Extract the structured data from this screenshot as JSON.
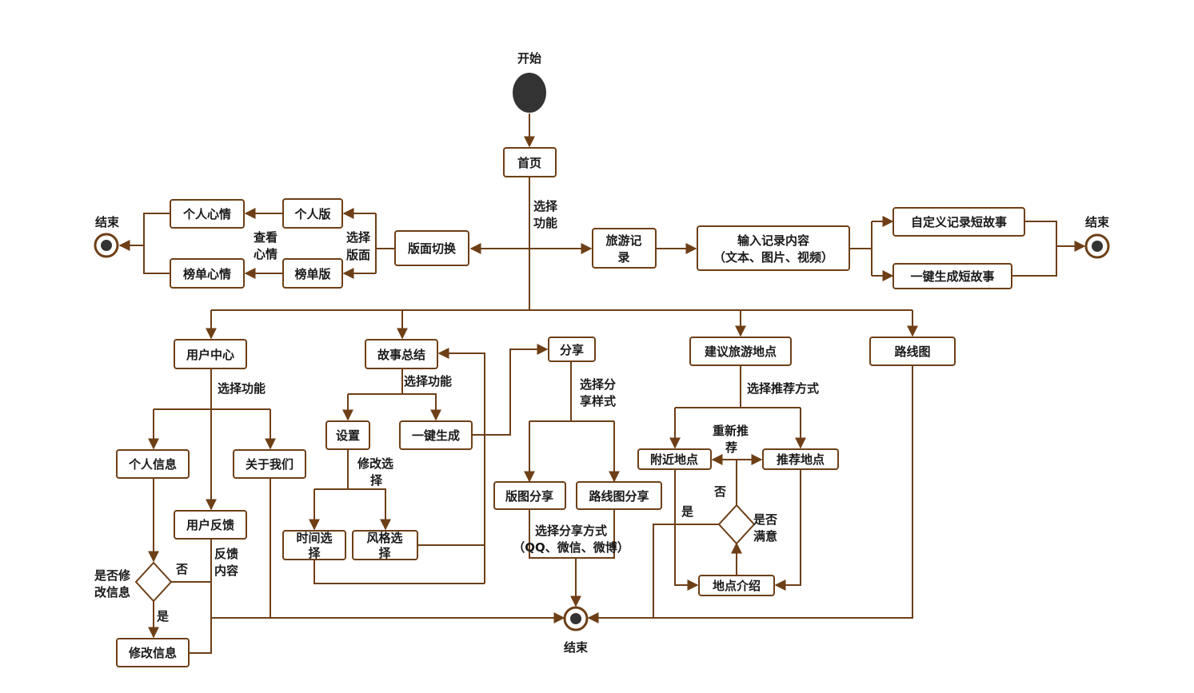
{
  "diagram": {
    "start_label": "开始",
    "end_label": "结束",
    "nodes": {
      "home": "首页",
      "layout_switch": "版面切换",
      "personal_board": "个人版",
      "ranking_board": "榜单版",
      "personal_mood": "个人心情",
      "ranking_mood": "榜单心情",
      "travel_record": [
        "旅游记",
        "录"
      ],
      "input_content": [
        "输入记录内容",
        "（文本、图片、视频）"
      ],
      "custom_story": "自定义记录短故事",
      "auto_story": "一键生成短故事",
      "user_center": "用户中心",
      "story_summary": "故事总结",
      "share": "分享",
      "suggest_place": "建议旅游地点",
      "route_map": "路线图",
      "personal_info": "个人信息",
      "about_us": "关于我们",
      "user_feedback": "用户反馈",
      "modify_info": "修改信息",
      "settings": "设置",
      "one_click": "一键生成",
      "time_select": [
        "时间选",
        "择"
      ],
      "style_select": [
        "风格选",
        "择"
      ],
      "layout_share": "版图分享",
      "route_share": "路线图分享",
      "nearby": "附近地点",
      "recommend": "推荐地点",
      "place_intro": "地点介绍"
    },
    "labels": {
      "select_function": [
        "选择",
        "功能"
      ],
      "select_layout": [
        "选择",
        "版面"
      ],
      "view_mood": [
        "查看",
        "心情"
      ],
      "uc_select_function": "选择功能",
      "ss_select_function": "选择功能",
      "select_share_style": [
        "选择分",
        "享样式"
      ],
      "select_recommend_mode": "选择推荐方式",
      "re_recommend": [
        "重新推",
        "荐"
      ],
      "modify_select": [
        "修改选",
        "择"
      ],
      "select_share_mode": [
        "选择分享方式",
        "（QQ、微信、微博）"
      ],
      "feedback_content": [
        "反馈",
        "内容"
      ],
      "modify_question": [
        "是否修",
        "改信息"
      ],
      "satisfied_question": [
        "是否",
        "满意"
      ],
      "yes": "是",
      "no": "否"
    }
  }
}
